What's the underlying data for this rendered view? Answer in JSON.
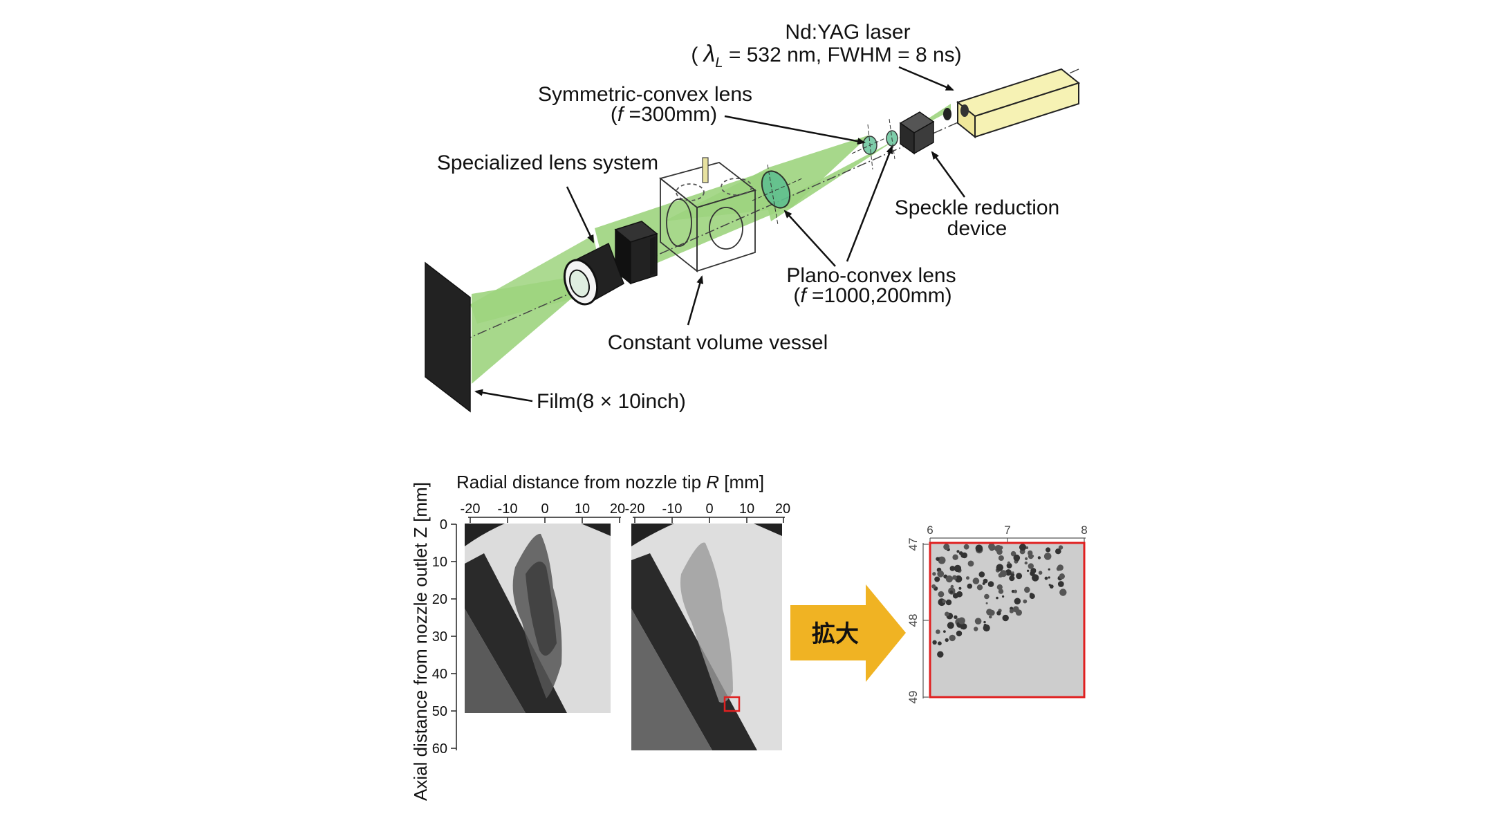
{
  "labels": {
    "laser_line1": "Nd:YAG laser",
    "laser_line2_open": "( ",
    "laser_lambda": "λ",
    "laser_lambda_sub": "L",
    "laser_line2_rest": " = 532 nm, FWHM = 8 ns)",
    "sym_lens_line1": "Symmetric-convex lens",
    "sym_lens_line2_open": "(",
    "sym_lens_f": "f",
    "sym_lens_line2_rest": " =300mm)",
    "specialized_lens": "Specialized lens system",
    "speckle_line1": "Speckle reduction",
    "speckle_line2": "device",
    "plano_line1": "Plano-convex lens",
    "plano_line2_open": "(",
    "plano_f": "f",
    "plano_line2_rest": " =1000,200mm)",
    "vessel": "Constant volume vessel",
    "film": "Film(8 × 10inch)",
    "radial_axis_text": "Radial distance from nozzle tip ",
    "radial_axis_var": "R",
    "radial_axis_unit": "  [mm]",
    "axial_axis": "Axial distance from nozzle outlet Z [mm]",
    "enlarge": "拡大"
  },
  "axes": {
    "radial_ticks_left": [
      "-20",
      "-10",
      "0",
      "10",
      "20"
    ],
    "radial_ticks_right": [
      "-20",
      "-10",
      "0",
      "10",
      "20"
    ],
    "axial_ticks": [
      "0",
      "10",
      "20",
      "30",
      "40",
      "50",
      "60"
    ],
    "zoom_x_ticks": [
      "6",
      "7",
      "8"
    ],
    "zoom_y_ticks": [
      "47",
      "48",
      "49"
    ]
  },
  "colors": {
    "beam_green": "#9dd47e",
    "laser_yellow": "#f6f2b4",
    "arrow_orange": "#f0b323",
    "highlight_red": "#e02020"
  }
}
